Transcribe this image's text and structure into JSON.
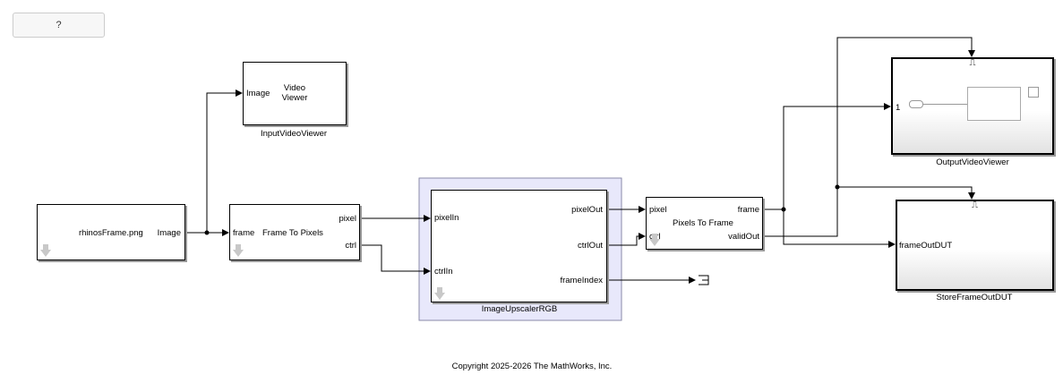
{
  "help_button": "?",
  "blocks": {
    "source": {
      "name": "rhinosFrame.png",
      "out": "Image"
    },
    "input_viewer": {
      "name": "InputVideoViewer",
      "text": "Video\nViewer",
      "in": "Image"
    },
    "f2p": {
      "name": "Frame To Pixels",
      "in": "frame",
      "out1": "pixel",
      "out2": "ctrl"
    },
    "upscaler": {
      "name": "ImageUpscalerRGB",
      "in1": "pixelIn",
      "in2": "ctrlIn",
      "out1": "pixelOut",
      "out2": "ctrlOut",
      "out3": "frameIndex"
    },
    "p2f": {
      "name": "Pixels To Frame",
      "in1": "pixel",
      "in2": "ctrl",
      "out1": "frame",
      "out2": "validOut"
    },
    "output_viewer": {
      "name": "OutputVideoViewer",
      "in": "1"
    },
    "store": {
      "name": "StoreFrameOutDUT",
      "in": "frameOutDUT"
    }
  },
  "copyright": "Copyright 2025-2026 The MathWorks, Inc.",
  "colors": {
    "subsystem_bg": "#e8e8fb",
    "subsystem_border": "#8a8aa8"
  }
}
